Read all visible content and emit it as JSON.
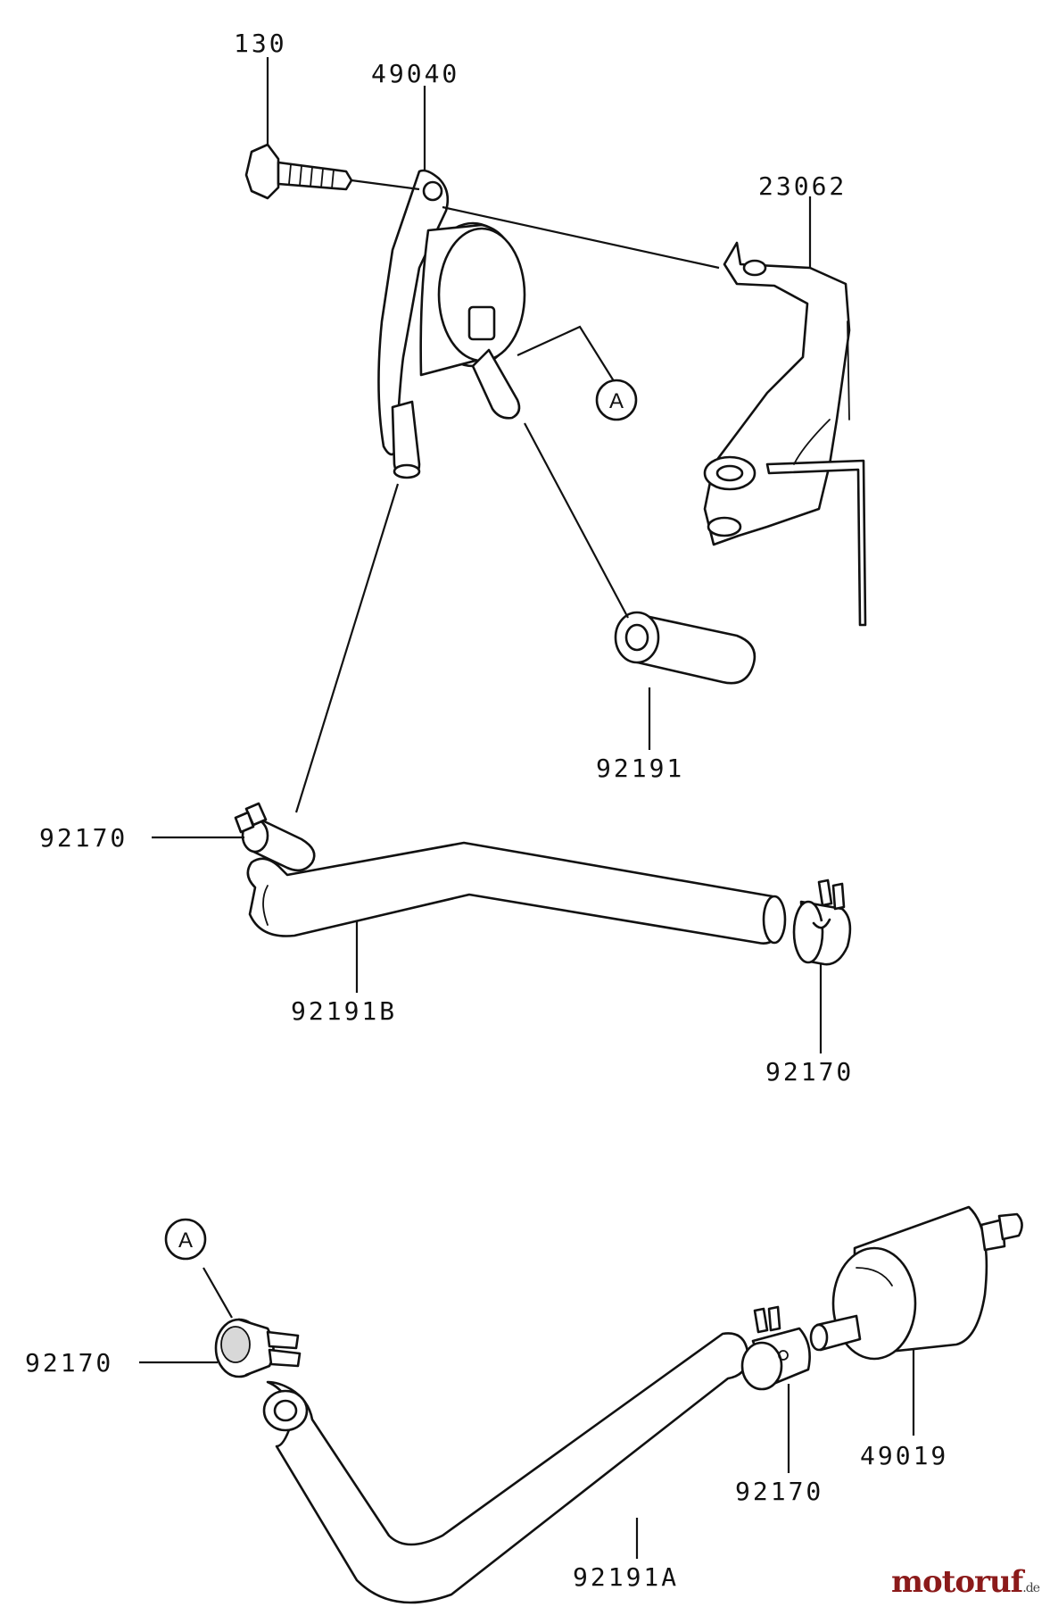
{
  "labels": {
    "bolt": "130",
    "fuel_pump": "49040",
    "bracket": "23062",
    "hose_short": "92191",
    "clamp_top_left": "92170",
    "hose_b": "92191B",
    "clamp_top_right": "92170",
    "clamp_bottom_left": "92170",
    "clamp_bottom_mid": "92170",
    "fuel_filter": "49019",
    "hose_a": "92191A"
  },
  "callouts": {
    "top": "A",
    "bottom": "A"
  },
  "watermark": {
    "brand": "motoruf",
    "tld": ".de",
    "color": "#8b1a1a"
  }
}
